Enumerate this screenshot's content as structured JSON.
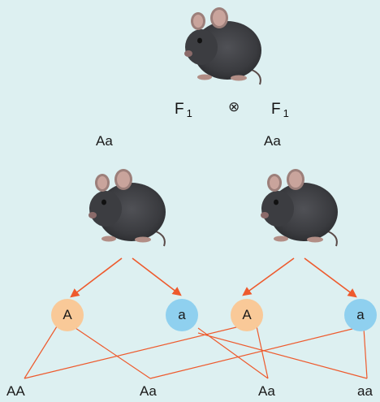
{
  "parents": {
    "generation_left": "F",
    "generation_right": "F",
    "generation_sub": "1",
    "cross_symbol": "⊗",
    "genotype_left": "Aa",
    "genotype_right": "Aa"
  },
  "gametes": {
    "g1": "A",
    "g2": "a",
    "g3": "A",
    "g4": "a"
  },
  "offspring": {
    "o1": "AA",
    "o2": "Aa",
    "o3": "Aa",
    "o4": "aa"
  },
  "colors": {
    "background": "#ddf0f1",
    "arrow": "#ee5a2d",
    "line": "#ee5a2d",
    "dominant_allele": "#f9c998",
    "recessive_allele": "#8fd0ef",
    "mouse_body": "#3e3f42"
  }
}
